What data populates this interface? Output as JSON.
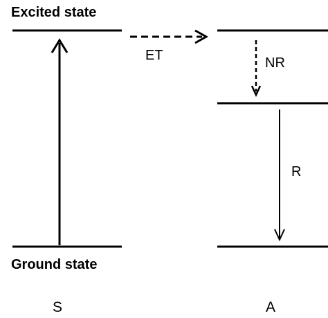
{
  "labels": {
    "excited_state": "Excited state",
    "ground_state": "Ground state",
    "energy_transfer": "ET",
    "nonradiative": "NR",
    "radiative": "R",
    "system_s": "S",
    "system_a": "A"
  },
  "colors": {
    "ink": "#000000",
    "background": "#ffffff"
  }
}
